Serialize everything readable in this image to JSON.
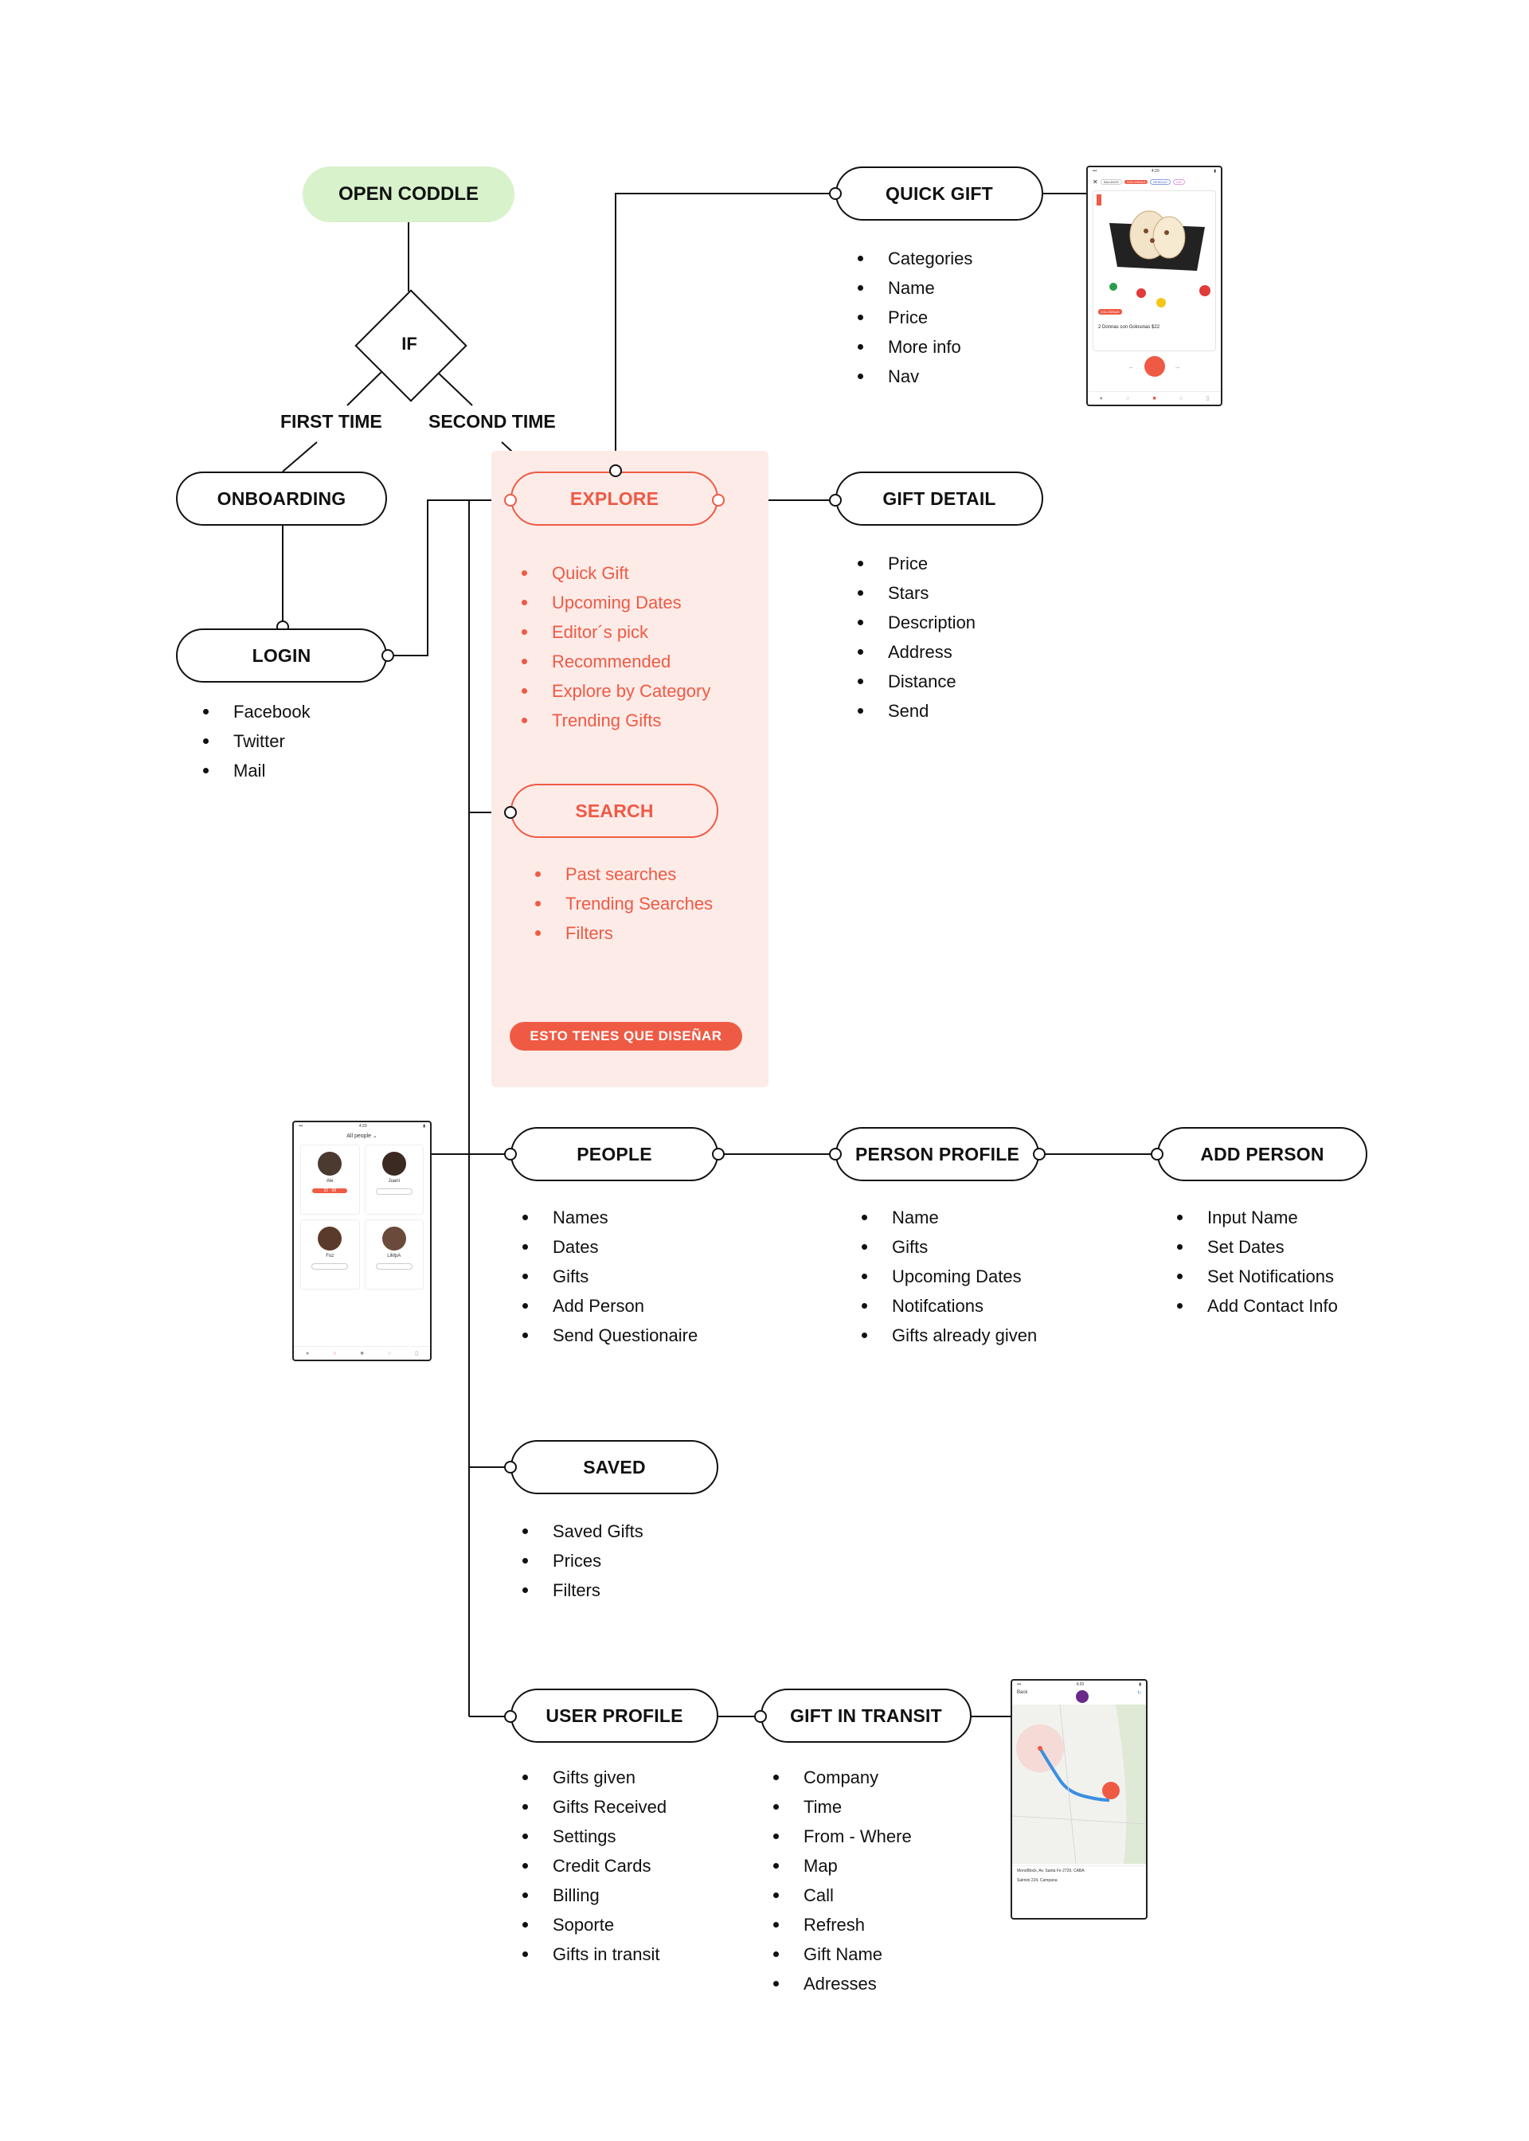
{
  "colors": {
    "accent": "#ef5a44",
    "panel": "#fdebe8",
    "start_fill": "#d8f2cc",
    "stroke": "#111111"
  },
  "start": {
    "label": "OPEN CODDLE"
  },
  "decision": {
    "label": "IF",
    "first_branch": "FIRST TIME",
    "second_branch": "SECOND TIME"
  },
  "onboarding": {
    "label": "ONBOARDING"
  },
  "login": {
    "label": "LOGIN",
    "items": [
      "Facebook",
      "Twitter",
      "Mail"
    ]
  },
  "quick_gift": {
    "label": "QUICK GIFT",
    "items": [
      "Categories",
      "Name",
      "Price",
      "More info",
      "Nav"
    ]
  },
  "explore": {
    "label": "EXPLORE",
    "items": [
      "Quick Gift",
      "Upcoming Dates",
      "Editor´s pick",
      "Recommended",
      "Explore by Category",
      "Trending Gifts"
    ]
  },
  "gift_detail": {
    "label": "GIFT DETAIL",
    "items": [
      "Price",
      "Stars",
      "Description",
      "Address",
      "Distance",
      "Send"
    ]
  },
  "search": {
    "label": "SEARCH",
    "items": [
      "Past searches",
      "Trending Searches",
      "Filters"
    ]
  },
  "cta": {
    "label": "ESTO TENES QUE DISEÑAR"
  },
  "people": {
    "label": "PEOPLE",
    "items": [
      "Names",
      "Dates",
      "Gifts",
      "Add Person",
      "Send Questionaire"
    ]
  },
  "person_profile": {
    "label": "PERSON PROFILE",
    "items": [
      "Name",
      "Gifts",
      "Upcoming Dates",
      "Notifcations",
      "Gifts already given"
    ]
  },
  "add_person": {
    "label": "ADD PERSON",
    "items": [
      "Input Name",
      "Set Dates",
      "Set Notifications",
      "Add Contact Info"
    ]
  },
  "saved": {
    "label": "SAVED",
    "items": [
      "Saved Gifts",
      "Prices",
      "Filters"
    ]
  },
  "user_profile": {
    "label": "USER PROFILE",
    "items": [
      "Gifts given",
      "Gifts Received",
      "Settings",
      "Credit Cards",
      "Billing",
      "Soporte",
      "Gifts in transit"
    ]
  },
  "gift_in_transit": {
    "label": "GIFT IN TRANSIT",
    "items": [
      "Company",
      "Time",
      "From - Where",
      "Map",
      "Call",
      "Refresh",
      "Gift Name",
      "Adresses"
    ]
  },
  "phone_quick_gift": {
    "chips": [
      "SALUDOS",
      "GOLOSINAS",
      "BEBIDAS",
      "CUI"
    ],
    "product": "2 Donnas con Golosinas $22",
    "badge": "GOLOSINAS"
  },
  "phone_people": {
    "header": "All people ⌄",
    "people": [
      {
        "name": "Ale",
        "action": "22 · 09"
      },
      {
        "name": "Juani",
        "action": ""
      },
      {
        "name": "Foz",
        "action": ""
      },
      {
        "name": "LiMpA",
        "action": ""
      }
    ]
  },
  "phone_transit": {
    "back": "Back",
    "origin": "MonoBlock, Av. Santa Fe 2729, CABA",
    "destination": "Salmini 224, Campana"
  }
}
